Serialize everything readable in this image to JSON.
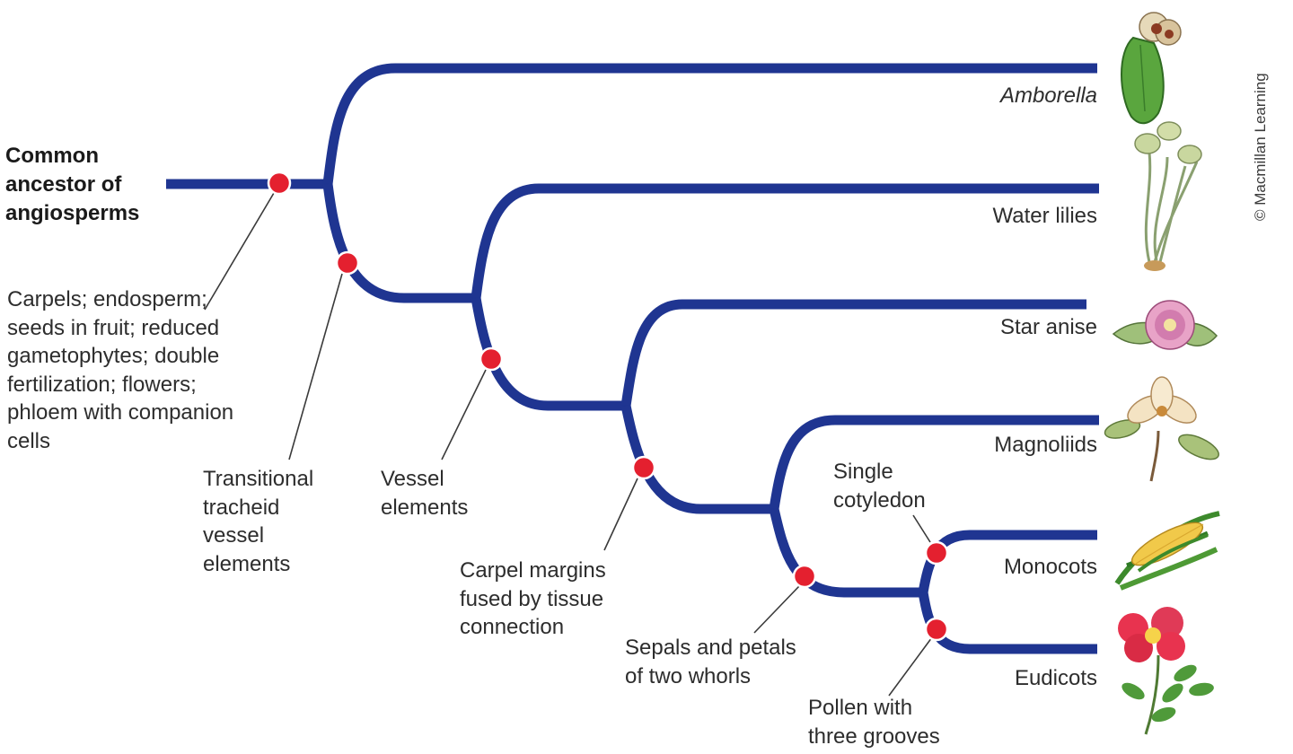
{
  "root_label": "Common\nancestor of\nangiosperms",
  "credit": "© Macmillan Learning",
  "taxa": [
    {
      "name": "Amborella",
      "italic": true,
      "icon": "amborella-flower-illustration"
    },
    {
      "name": "Water lilies",
      "italic": false,
      "icon": "water-lily-illustration"
    },
    {
      "name": "Star anise",
      "italic": false,
      "icon": "star-anise-flower-illustration"
    },
    {
      "name": "Magnoliids",
      "italic": false,
      "icon": "magnolia-flower-illustration"
    },
    {
      "name": "Monocots",
      "italic": false,
      "icon": "corn-illustration"
    },
    {
      "name": "Eudicots",
      "italic": false,
      "icon": "rose-illustration"
    }
  ],
  "traits": {
    "angiosperm": "Carpels; endosperm;\nseeds in fruit; reduced\ngametophytes; double\nfertilization; flowers;\nphloem with companion\ncells",
    "tracheid": "Transitional\ntracheid\nvessel\nelements",
    "vessel": "Vessel\nelements",
    "carpel": "Carpel margins\nfused by tissue\nconnection",
    "sepals": "Sepals and petals\nof two whorls",
    "cotyledon": "Single\ncotyledon",
    "pollen": "Pollen with\nthree grooves"
  },
  "colors": {
    "branch": "#1f3591",
    "marker": "#e4202f"
  }
}
